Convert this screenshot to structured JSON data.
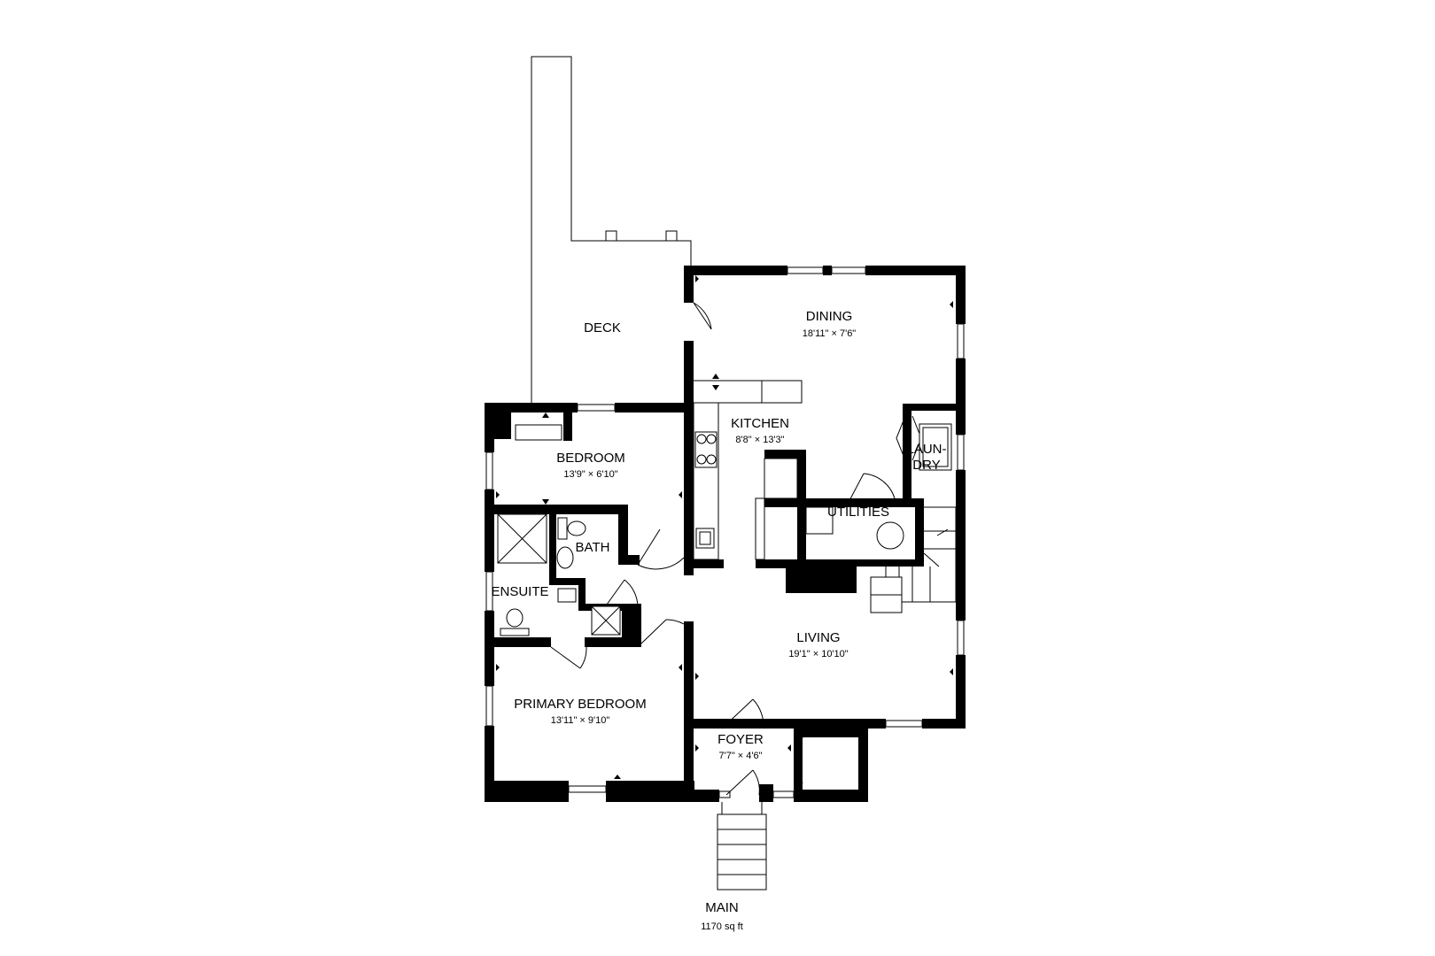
{
  "floor": {
    "name": "MAIN",
    "area": "1170 sq ft"
  },
  "rooms": {
    "deck": {
      "name": "DECK"
    },
    "dining": {
      "name": "DINING",
      "dims": "18'11\" × 7'6\""
    },
    "kitchen": {
      "name": "KITCHEN",
      "dims": "8'8\" × 13'3\""
    },
    "laundry": {
      "name_line1": "LAUN-",
      "name_line2": "DRY"
    },
    "bedroom": {
      "name": "BEDROOM",
      "dims": "13'9\" × 6'10\""
    },
    "bath": {
      "name": "BATH"
    },
    "utilities": {
      "name": "UTILITIES"
    },
    "ensuite": {
      "name": "ENSUITE"
    },
    "living": {
      "name": "LIVING",
      "dims": "19'1\" × 10'10\""
    },
    "primary_bedroom": {
      "name": "PRIMARY BEDROOM",
      "dims": "13'11\" × 9'10\""
    },
    "foyer": {
      "name": "FOYER",
      "dims": "7'7\" × 4'6\""
    }
  }
}
